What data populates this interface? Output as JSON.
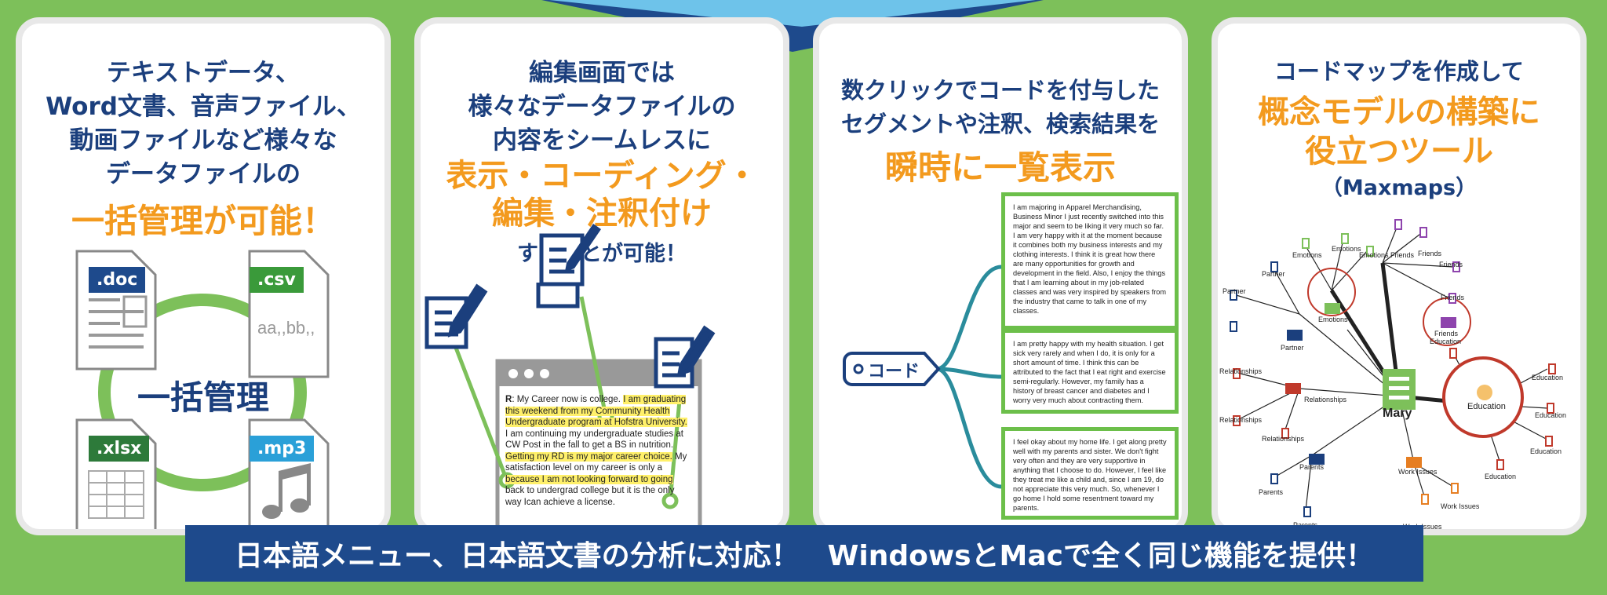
{
  "panel1": {
    "lines": [
      "テキストデータ、",
      "Word文書、音声ファイル、",
      "動画ファイルなど様々な",
      "データファイルの"
    ],
    "highlight": "一括管理が可能！",
    "center": "一括管理",
    "files": [
      ".doc",
      ".csv",
      ".xlsx",
      ".mp3"
    ],
    "csv_sample": "aa,,bb,,"
  },
  "panel2": {
    "lines": [
      "編集画面では",
      "様々なデータファイルの",
      "内容をシームレスに"
    ],
    "highlight1": "表示・コーディング・",
    "highlight2": "編集・注釈付け",
    "sub": "することが可能！",
    "doc_prefix": "R",
    "doc_text": {
      "a": ": My Career now is college. ",
      "b": "I am graduating this weekend from my Community Health Undergraduate program at Hofstra University.",
      "c": " I am continuing my undergraduate studies at CW Post in the fall to get a BS in nutrition. ",
      "d": "Getting my RD is my major career choice.",
      "e": " My satisfaction level on my career is only a ",
      "f": "because I am not looking forward to going",
      "g": " back to undergrad college but it is the only way Ican achieve a license."
    }
  },
  "panel3": {
    "lines": [
      "数クリックでコードを付与した",
      "セグメントや注釈、検索結果を"
    ],
    "highlight": "瞬時に一覧表示",
    "code_label": "コード",
    "segments": [
      "I am majoring in Apparel Merchandising, Business Minor I just recently switched into this major and seem to be liking it very much so far. I am very happy with it at the moment because it combines both my business interests and my clothing interests. I think it is great how there are many opportunities for growth and development in the field. Also, I enjoy the things that I am learning about in my job-related classes and was very inspired by speakers from the industry that came to talk in one of my classes.",
      "I am pretty happy with my health situation. I get sick very rarely and when I do, it is only for a short amount of time. I think this can be attributed to the fact that I eat right and exercise semi-regularly. However, my family has a history of breast cancer and diabetes and I worry very much about contracting them.",
      "I feel okay about my home life. I get along pretty well with my parents and sister. We don't fight very often and they are very supportive in anything that I choose to do. However, I feel like they treat me like a child and, since I am 19, do not appreciate this very much. So, whenever I go home I hold some resentment toward my parents."
    ]
  },
  "panel4": {
    "line": "コードマップを作成して",
    "highlight1": "概念モデルの構築に",
    "highlight2": "役立つツール",
    "sub": "（Maxmaps）",
    "center": "Mary",
    "hubs": [
      "Emotions",
      "Friends",
      "Partner",
      "Relationships",
      "Education",
      "Parents",
      "Work Issues"
    ],
    "leaves": {
      "emotions": "Emotions",
      "friends": "Friends",
      "partner": "Partner",
      "relationships": "Relationships",
      "education": "Education",
      "parents": "Parents",
      "work": "Work Issues"
    }
  },
  "bottom": "日本語メニュー、日本語文書の分析に対応！　WindowsとMacで全く同じ機能を提供！",
  "colors": {
    "navy": "#1b3f7d",
    "orange": "#f39a1e",
    "green": "#7dc05a",
    "blue": "#1e4a8c"
  }
}
